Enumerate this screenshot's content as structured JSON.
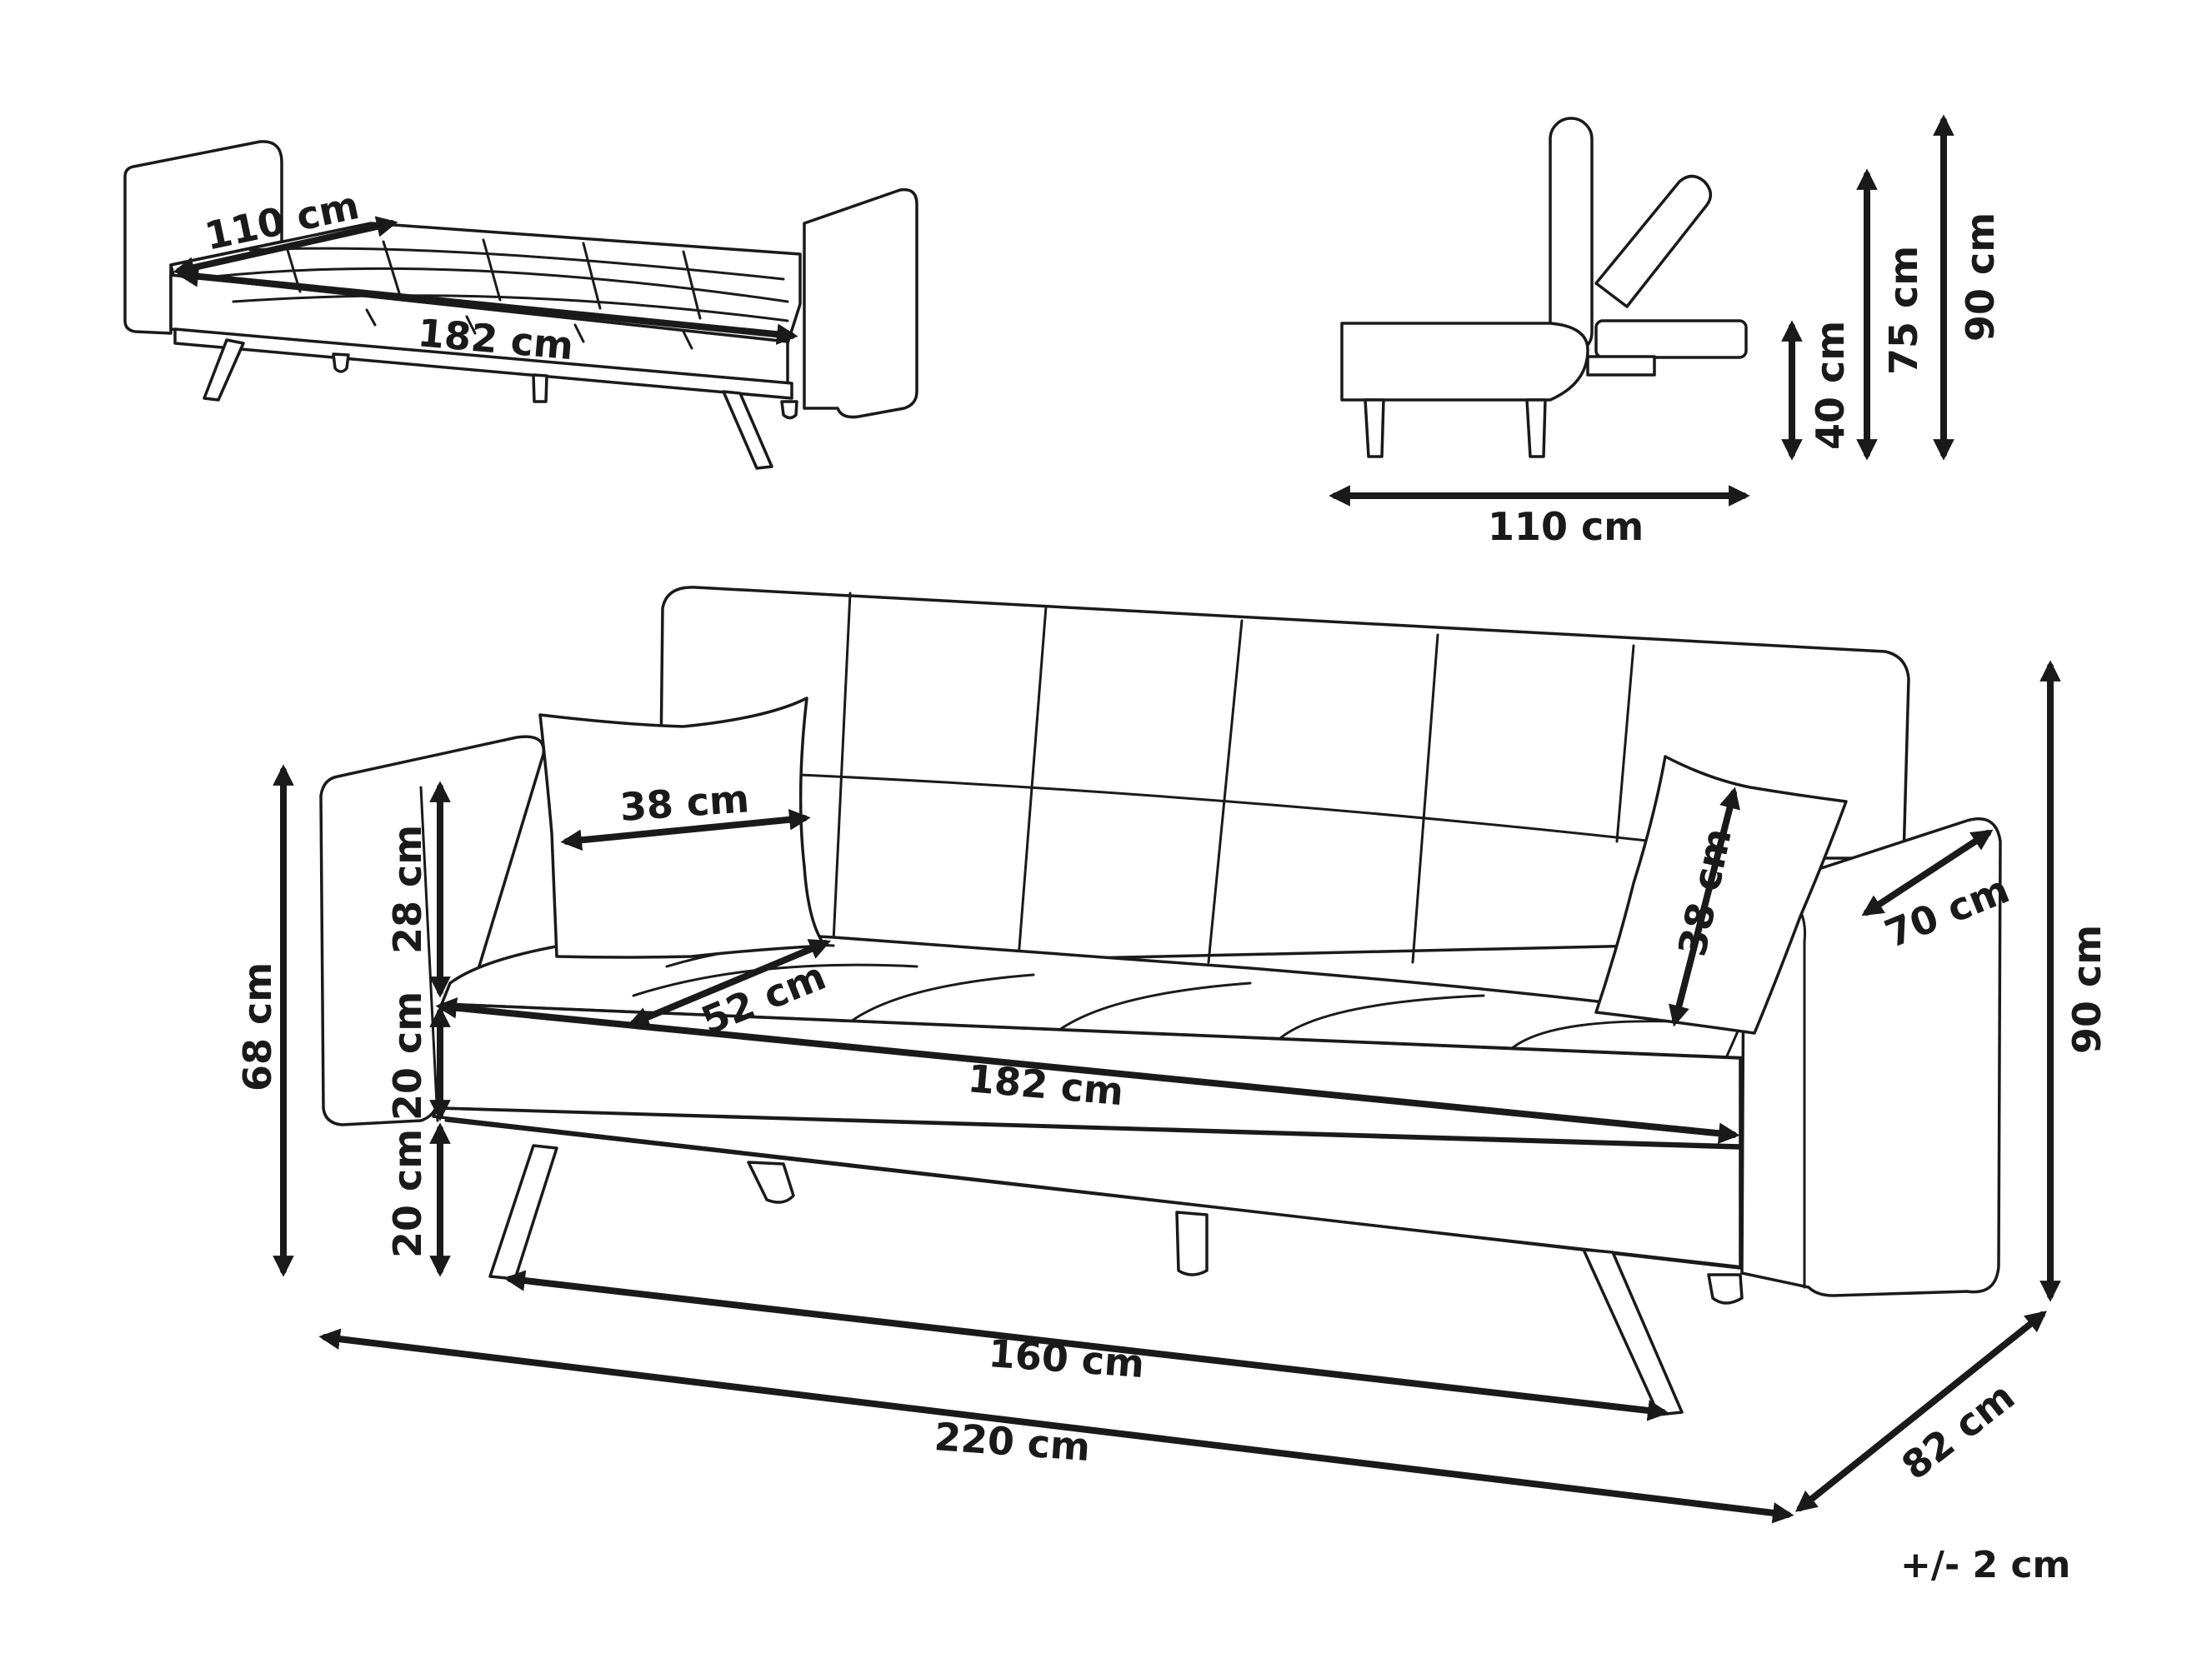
{
  "diagram": {
    "colors": {
      "ink": "#1a1a1a",
      "background": "#ffffff"
    },
    "tolerance": "+/- 2 cm",
    "bed_view": {
      "depth": "110 cm",
      "length": "182 cm"
    },
    "side_view": {
      "depth": "110 cm",
      "seat_height": "40 cm",
      "reclined_height": "75 cm",
      "total_height": "90 cm"
    },
    "front_view": {
      "pillow_width": "38 cm",
      "pillow_height": "38 cm",
      "back_height": "28 cm",
      "seat_thickness": "20 cm",
      "leg_height": "20 cm",
      "arm_height": "68 cm",
      "seat_depth": "52 cm",
      "seat_width": "182 cm",
      "arm_depth": "70 cm",
      "total_height": "90 cm",
      "between_legs": "160 cm",
      "total_width": "220 cm",
      "total_depth": "82 cm"
    }
  }
}
